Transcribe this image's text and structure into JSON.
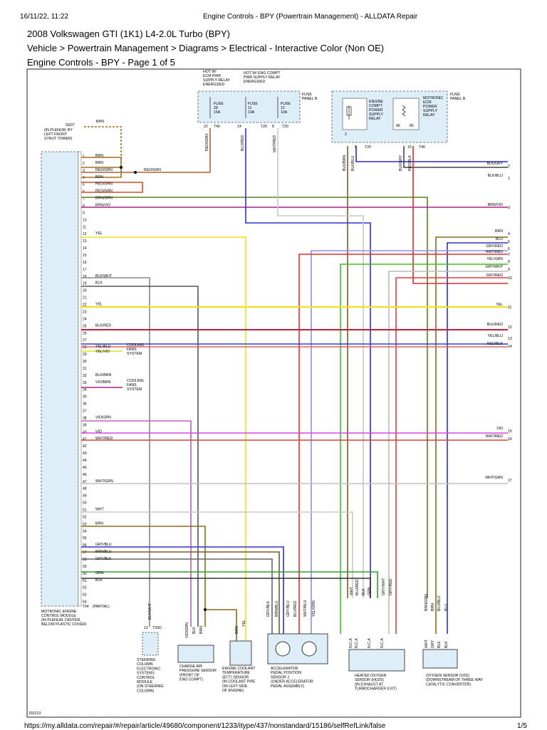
{
  "header": {
    "datetime": "16/11/22, 11:22",
    "page_title": "Engine Controls - BPY (Powertrain Management) - ALLDATA Repair"
  },
  "titles": {
    "vehicle": "2008 Volkswagen GTI (1K1) L4-2.0L Turbo (BPY)",
    "breadcrumb": "Vehicle > Powertrain Management > Diagrams > Electrical - Interactive Color (Non OE)",
    "diagram": "Engine Controls - BPY - Page 1 of 5"
  },
  "footer": {
    "url": "https://my.alldata.com/repair/#/repair/article/49680/component/1233/itype/437/nonstandard/15186/selfRefLink/false",
    "page": "1/5"
  },
  "diagram": {
    "id": "292213",
    "fuse_panel_b_left": "FUSE PANEL B",
    "fuse_panel_b_right": "FUSE PANEL B",
    "hot_ecm_relay": [
      "HOT W/",
      "ECM PWR",
      "SUPPLY RELAY",
      "ENERGIZED"
    ],
    "hot_eng_compt_relay": [
      "HOT W/ ENG COMPT",
      "PWR SUPPLY RELAY",
      "ENERGIZED"
    ],
    "fuses": [
      {
        "label": "FUSE",
        "num": "28",
        "amp": "15A"
      },
      {
        "label": "FUSE",
        "num": "11",
        "amp": "10A"
      },
      {
        "label": "FUSE",
        "num": "12",
        "amp": "10A"
      }
    ],
    "fuse_pins": [
      "22",
      "T40",
      "14",
      "T20",
      "8",
      "T20"
    ],
    "fuse_wires": [
      "RED/GRN",
      "BLU/RED",
      "WHT/RED"
    ],
    "relay_left": [
      "ENGINE",
      "COMPT",
      "POWER",
      "SUPPLY",
      "RELAY"
    ],
    "relay_right": [
      "MOTRONIC",
      "ECM",
      "POWER",
      "SUPPLY",
      "RELAY"
    ],
    "relay_pins": [
      "2",
      "5",
      "T20",
      "15",
      "T40",
      "86",
      "85"
    ],
    "relay_wires": [
      "BLK/BRN",
      "BLK/BLU",
      "BLK/GRY",
      "RED/BLK"
    ],
    "ground": {
      "id": "G607",
      "desc": [
        "(IN PLENUM, BY",
        "LEFT FRONT",
        "STRUT TOWER)"
      ],
      "wire": "BRN"
    },
    "ecm_label": [
      "MOTRONIC ENGINE",
      "CONTROL MODULE",
      "(IN PLENUM, CENTER,",
      "BELOW PLASTIC COVER)"
    ],
    "ecm_connector": "T94",
    "ecm_partial": "(PARTIAL)",
    "splice_wire": "RED/GRN",
    "cooling_fans": [
      "COOLING",
      "FANS",
      "SYSTEM"
    ],
    "pin_wires": [
      {
        "pin": "1",
        "wire": "BRN"
      },
      {
        "pin": "2",
        "wire": "BRN"
      },
      {
        "pin": "3",
        "wire": "RED/GRN"
      },
      {
        "pin": "4",
        "wire": "BRN"
      },
      {
        "pin": "5",
        "wire": "RED/GRN"
      },
      {
        "pin": "6",
        "wire": "RED/GRN"
      },
      {
        "pin": "7",
        "wire": "BRN/GRN"
      },
      {
        "pin": "8",
        "wire": "BRN/VIO"
      },
      {
        "pin": "12",
        "wire": "YEL"
      },
      {
        "pin": "18",
        "wire": "BLK/WHT"
      },
      {
        "pin": "19",
        "wire": "BLK"
      },
      {
        "pin": "22",
        "wire": "YEL"
      },
      {
        "pin": "25",
        "wire": "BLK/RED"
      },
      {
        "pin": "28",
        "wire": "YEL/BLU"
      },
      {
        "pin": "28b",
        "wire": "YEL/VIO"
      },
      {
        "pin": "32",
        "wire": "BLK/BRN"
      },
      {
        "pin": "33",
        "wire": "VIO/BRN"
      },
      {
        "pin": "38",
        "wire": "VIO/GRN"
      },
      {
        "pin": "40",
        "wire": "VIO"
      },
      {
        "pin": "41",
        "wire": "WHT/RED"
      },
      {
        "pin": "47",
        "wire": "WHT/GRN"
      },
      {
        "pin": "51",
        "wire": "WHT"
      },
      {
        "pin": "53",
        "wire": "BRN"
      },
      {
        "pin": "56",
        "wire": "GRY/BLU"
      },
      {
        "pin": "57",
        "wire": "BRN/BLU"
      },
      {
        "pin": "58",
        "wire": "GRY/BLK"
      },
      {
        "pin": "60",
        "wire": "GRN"
      },
      {
        "pin": "61",
        "wire": "BLK"
      }
    ],
    "right_terminals": [
      {
        "num": "1",
        "wire": "BLK/BLU"
      },
      {
        "num": "2",
        "wire": "BLK/GRY"
      },
      {
        "num": "3",
        "wire": "BRN/VIO"
      },
      {
        "num": "4",
        "wire": "BRN"
      },
      {
        "num": "5",
        "wire": "BLU"
      },
      {
        "num": "6",
        "wire": "GRY/RED"
      },
      {
        "num": "7",
        "wire": "WHT/RED"
      },
      {
        "num": "8",
        "wire": "YEL/GRN"
      },
      {
        "num": "9",
        "wire": "GRY/WHT"
      },
      {
        "num": "10",
        "wire": "GRY/RED"
      },
      {
        "num": "11",
        "wire": "YEL"
      },
      {
        "num": "12",
        "wire": "BLK/RED"
      },
      {
        "num": "13",
        "wire": "YEL/BLU"
      },
      {
        "num": "14",
        "wire": "RED/BLK"
      },
      {
        "num": "15",
        "wire": "VIO"
      },
      {
        "num": "16",
        "wire": "WHT/RED"
      },
      {
        "num": "17",
        "wire": "WHT/GRN"
      }
    ],
    "components": {
      "steering": [
        "STEERING",
        "COLUMN",
        "ELECTRONIC",
        "SYSTEMS",
        "CONTROL",
        "MODULE",
        "(ON STEERING",
        "COLUMN)"
      ],
      "steering_pin": "13",
      "steering_conn": "T20D",
      "steering_wire": "BLK/WHT",
      "cap": [
        "CHARGE AIR",
        "PRESSURE SENSOR",
        "(FRONT OF",
        "ENG COMPT)"
      ],
      "cap_wires": [
        "VIO/GRN",
        "BLK",
        "BRN"
      ],
      "ect": [
        "ENGINE COOLANT",
        "TEMPERATURE",
        "(ECT) SENSOR",
        "(IN COOLANT PIPE",
        "ON LEFT SIDE",
        "OF ENGINE)"
      ],
      "ect_wires": [
        "BRN",
        "YEL"
      ],
      "app": [
        "ACCELERATOR",
        "PEDAL POSITION",
        "SENSOR 2",
        "(UNDER ACCELERATOR",
        "PEDAL ASSEMBLY)"
      ],
      "app_wires": [
        "GRY/BLK",
        "BRN/BLU",
        "GRY/BLU",
        "BLU/RED",
        "WHT/BLU",
        "YEL/GRN"
      ],
      "ho2s": [
        "HEATED OXYGEN",
        "SENSOR (HO2S)",
        "(IN EXHAUST AT",
        "TURBOCHARGER EXIT)"
      ],
      "ho2s_wires": [
        "WHT",
        "BLU/RED",
        "BLK",
        "GRN",
        "GRY/WHT",
        "GRY/RED"
      ],
      "ncn": "N.C.A",
      "o2s": [
        "OXYGEN SENSOR (O2S)",
        "(DOWNSTREAM OF THREE WAY",
        "CATALYTIC CONVERTER)"
      ],
      "o2s_wires": [
        "BRN/GRN",
        "BRN",
        "BLU/BLU",
        "BLU"
      ],
      "o2s_colors": [
        "WHT",
        "GRY",
        "BLK",
        "BLK"
      ]
    }
  }
}
